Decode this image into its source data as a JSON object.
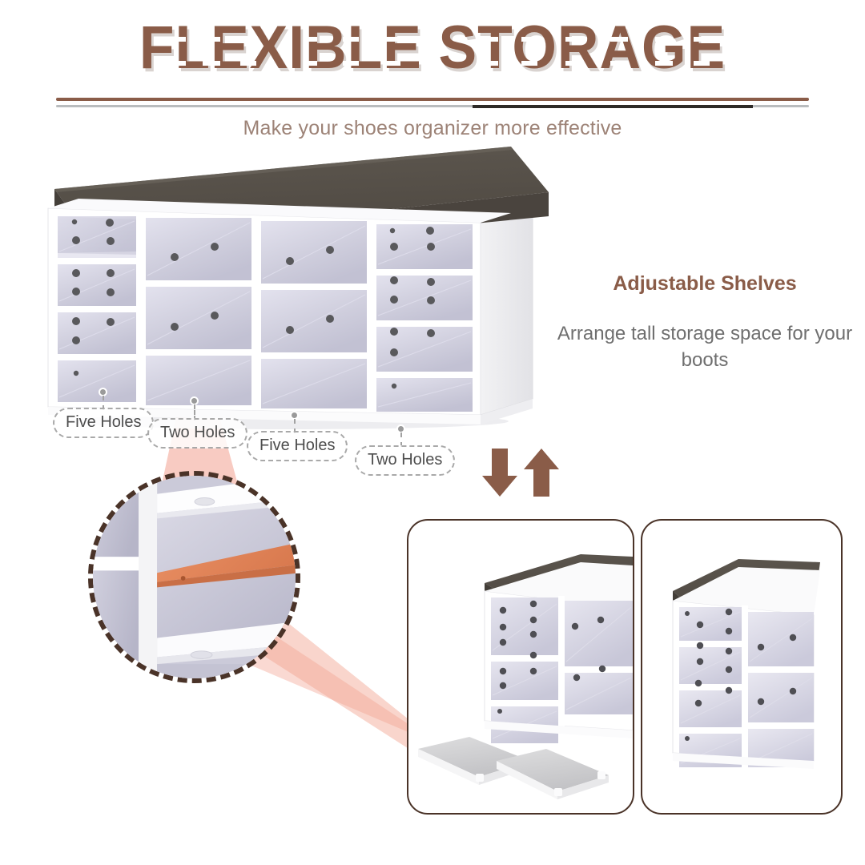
{
  "header": {
    "title": "FLEXIBLE STORAGE",
    "subtitle": "Make your shoes organizer more effective",
    "title_color": "#8a5c48",
    "subtitle_color": "#9d8377",
    "divider_brown": "#8a5c48",
    "divider_gray": "#b9bcbe",
    "divider_dark": "#2d2a27"
  },
  "feature": {
    "heading": "Adjustable Shelves",
    "body": "Arrange tall storage space for your boots",
    "heading_color": "#8a5c48",
    "body_color": "#6f6f6f"
  },
  "callouts": [
    {
      "label": "Five Holes"
    },
    {
      "label": "Two Holes"
    },
    {
      "label": "Five Holes"
    },
    {
      "label": "Two Holes"
    }
  ],
  "icons": {
    "arrow_down": "arrow-down-icon",
    "arrow_up": "arrow-up-icon",
    "magnifier": "magnifier-circle-icon"
  },
  "colors": {
    "cushion_top": "#56504a",
    "cushion_side": "#47413c",
    "cabinet_white": "#ffffff",
    "cabinet_interior": "#cfcedd",
    "peg_hole": "#59595c",
    "beam_pink": "#f4b0a0",
    "shelf_highlight": "#e0855c",
    "panel_border": "#4a3328",
    "arrow_brown": "#8a5c48"
  },
  "product": {
    "columns": [
      {
        "name": "col-1",
        "compartments": 4,
        "holes_label": "Five Holes"
      },
      {
        "name": "col-2",
        "compartments": 3,
        "holes_label": "Two Holes"
      },
      {
        "name": "col-3",
        "compartments": 3,
        "holes_label": "Five Holes"
      },
      {
        "name": "col-4",
        "compartments": 4,
        "holes_label": "Two Holes"
      }
    ]
  },
  "panels": {
    "left": {
      "name": "shelves-removed",
      "loose_shelves": 2
    },
    "right": {
      "name": "shelves-installed",
      "loose_shelves": 0
    }
  }
}
